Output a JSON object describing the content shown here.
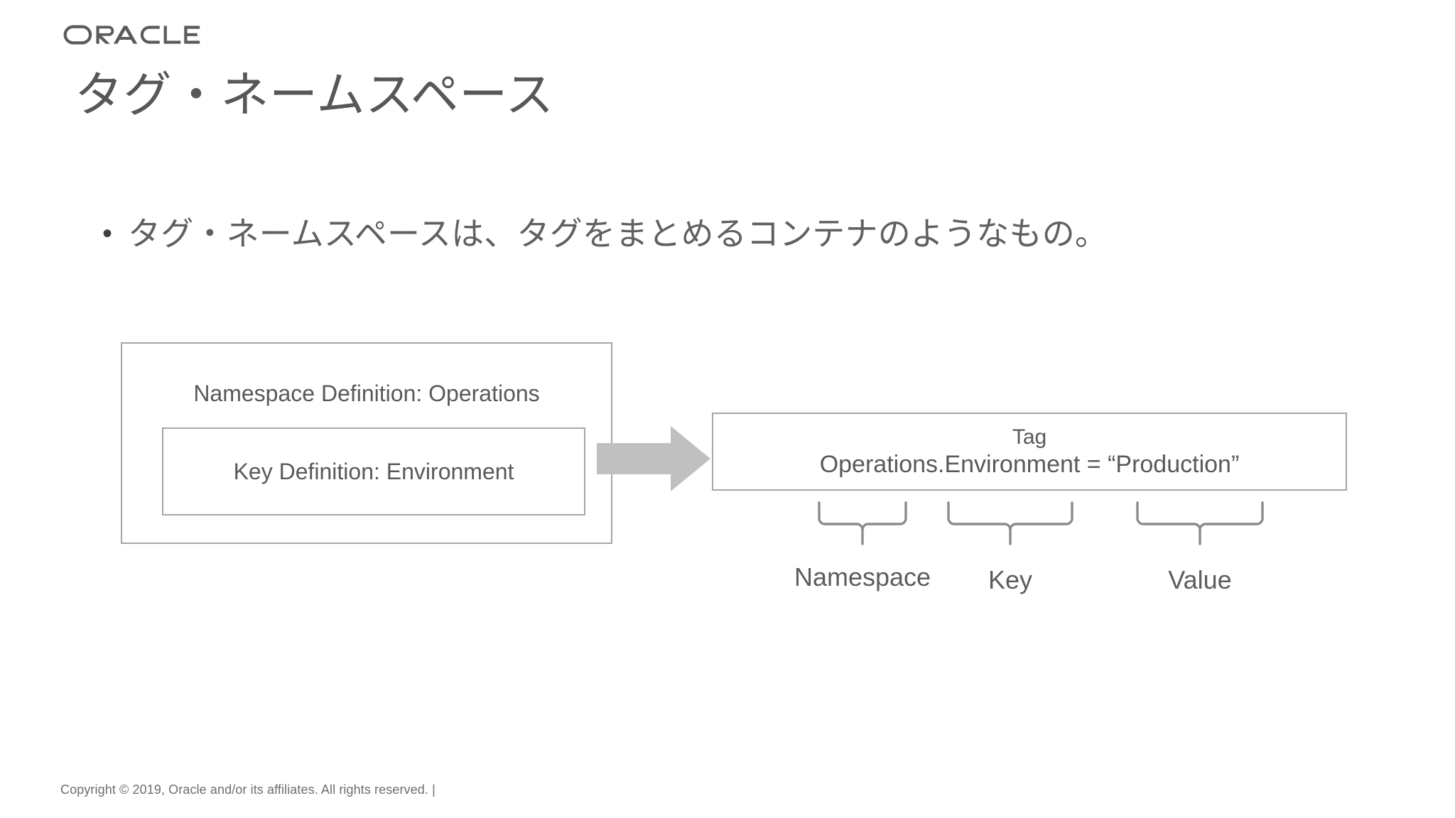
{
  "brand": {
    "logo_text": "ORACLE",
    "logo_color": "#5b5b5b"
  },
  "title": {
    "text": "タグ・ネームスペース",
    "color": "#575757"
  },
  "body": {
    "bullets": [
      {
        "marker": "•",
        "text": "タグ・ネームスペースは、タグをまとめるコンテナのようなもの。"
      }
    ]
  },
  "diagram": {
    "namespace_box": {
      "label": "Namespace Definition: Operations"
    },
    "key_box": {
      "label": "Key Definition: Environment"
    },
    "arrow": {
      "icon": "right-arrow-icon",
      "color": "#c0c0c0"
    },
    "tag_box": {
      "heading": "Tag",
      "expression": "Operations.Environment = “Production”"
    },
    "brace_labels": [
      {
        "label": "Namespace"
      },
      {
        "label": "Key"
      },
      {
        "label": "Value"
      }
    ],
    "stroke_color": "#a6a6a6",
    "text_color": "#595959"
  },
  "footer": {
    "text": "Copyright © 2019, Oracle and/or its affiliates. All rights reserved.  |",
    "color": "#6e6e6e"
  }
}
